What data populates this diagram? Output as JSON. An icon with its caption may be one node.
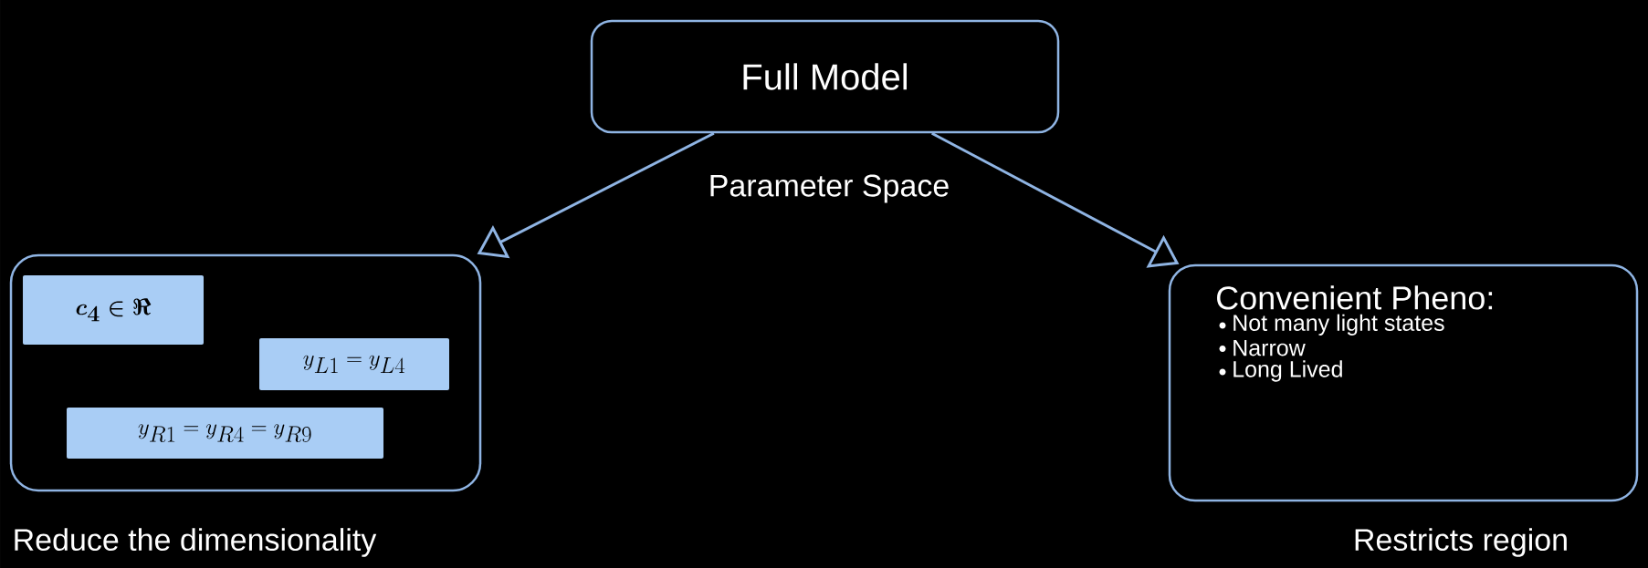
{
  "diagram": {
    "nodes": [
      {
        "text": [
          "Full Model"
        ],
        "beside": [
          "Parameter Space"
        ]
      },
      {
        "text": [],
        "shape": "box",
        "beside": [
          "Reduce the dimensionality"
        ]
      },
      {
        "text": [
          "\\boldsymbol{c_4 \\in \\Re}"
        ],
        "in": 1
      },
      {
        "text": [
          "y_{L1} = y_{L4}"
        ],
        "in": 1
      },
      {
        "text": [
          "y_{R1} = y_{R4} = y_{R9}"
        ],
        "in": 1
      },
      {
        "text": [
          "Convenient Pheno:",
          "Not many light states",
          "Narrow",
          "Long Lived"
        ],
        "beside": [
          "Restricts region"
        ]
      }
    ],
    "edges": [
      {
        "from": 0,
        "to": 1,
        "arrow": "to"
      },
      {
        "from": 0,
        "to": 5,
        "arrow": "to"
      }
    ]
  }
}
